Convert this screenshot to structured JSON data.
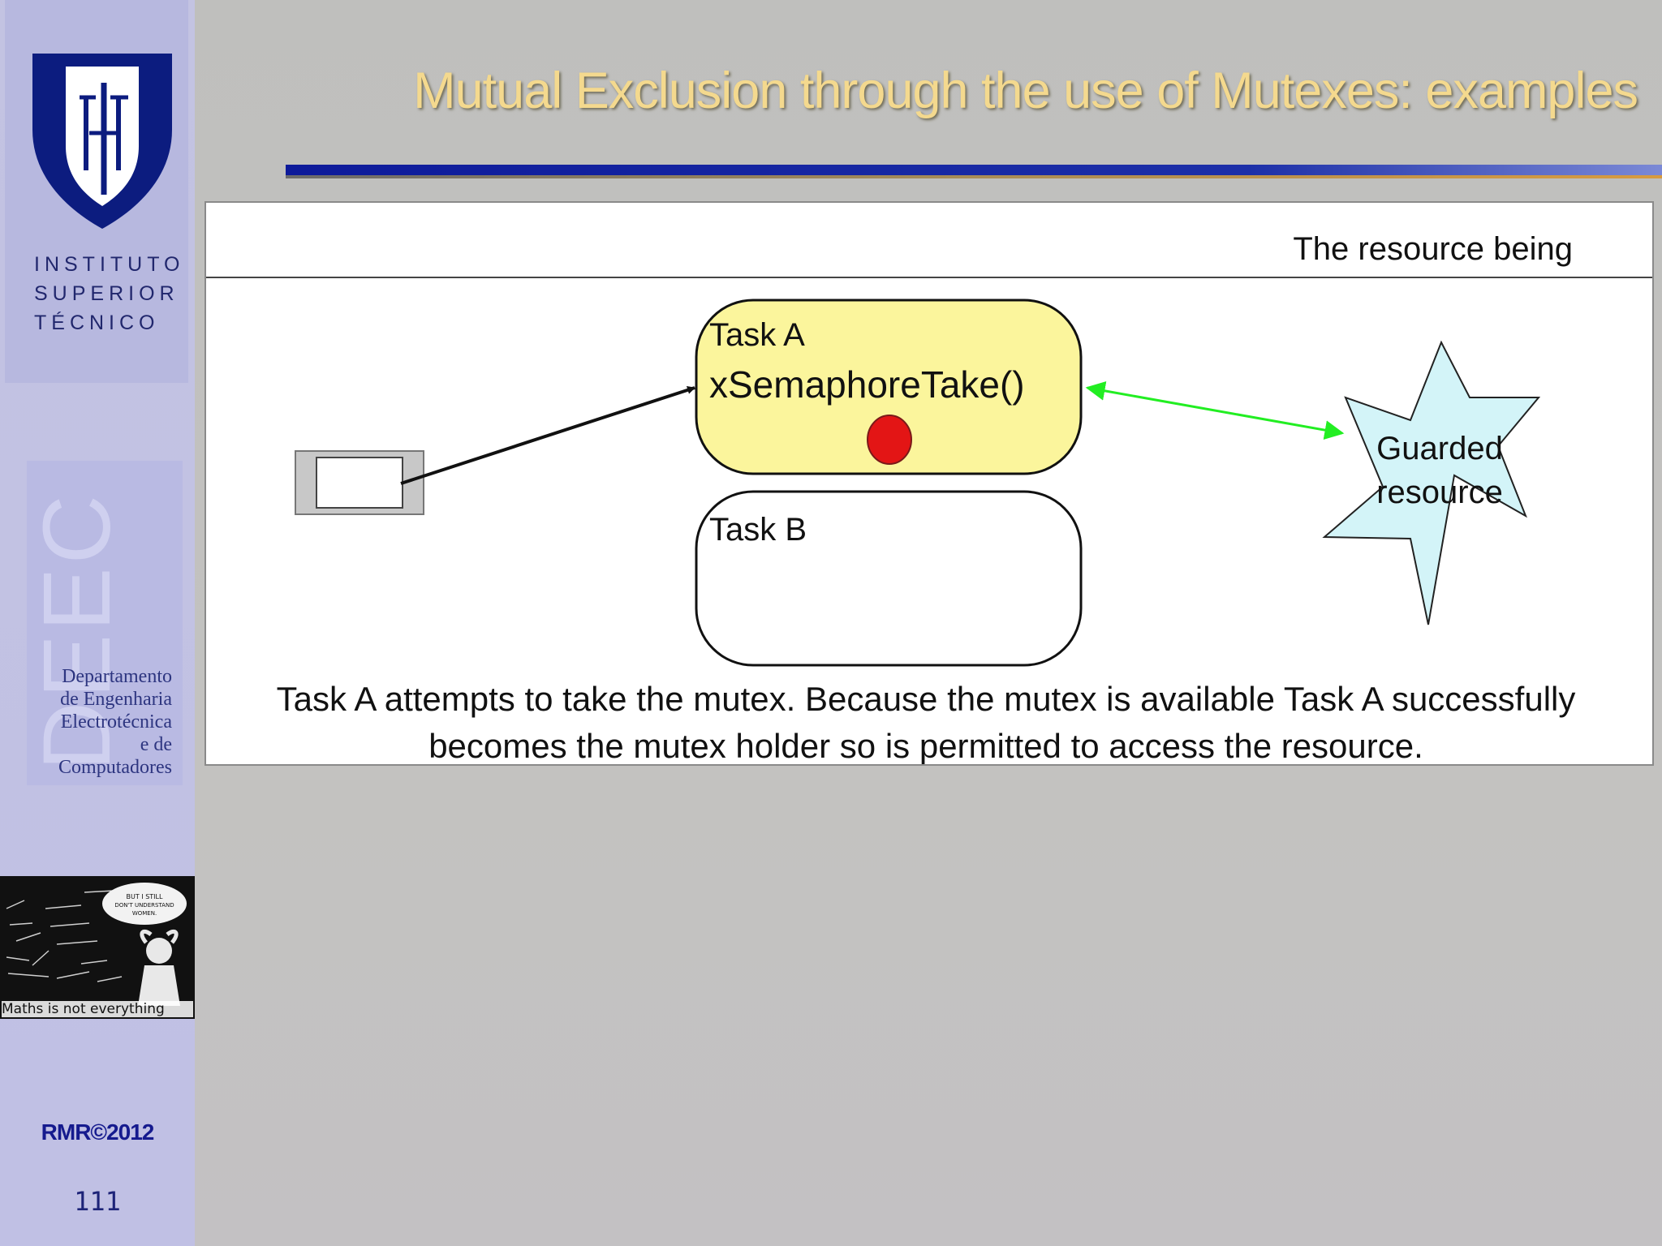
{
  "slide": {
    "title": "Mutual Exclusion through the use of Mutexes: examples",
    "page_number": "111",
    "copyright": "RMR©2012"
  },
  "sidebar": {
    "institution_lines": [
      "INSTITUTO",
      "SUPERIOR",
      "TÉCNICO"
    ],
    "department_letters": "DEEC",
    "department_lines": [
      "Departamento",
      "de Engenharia",
      "Electrotécnica",
      "e de",
      "Computadores"
    ],
    "cartoon": {
      "speech": [
        "BUT I STILL",
        "DON'T UNDERSTAND",
        "WOMEN."
      ],
      "caption": "Maths is not everything"
    }
  },
  "diagram": {
    "header_text": "The resource being",
    "task_a": {
      "name": "Task A",
      "call": "xSemaphoreTake()"
    },
    "task_b": {
      "name": "Task B"
    },
    "resource_label_lines": [
      "Guarded",
      "resource"
    ],
    "caption_lines": [
      "Task A attempts to take the mutex.  Because the mutex is available Task A successfully",
      "becomes the mutex holder so is permitted to access the resource."
    ],
    "colors": {
      "task_a_fill": "#fbf59c",
      "task_b_fill": "#ffffff",
      "resource_fill": "#d3f4f8",
      "token": "#e31515",
      "arrow_access": "#22ee22",
      "arrow_take": "#111111"
    }
  }
}
